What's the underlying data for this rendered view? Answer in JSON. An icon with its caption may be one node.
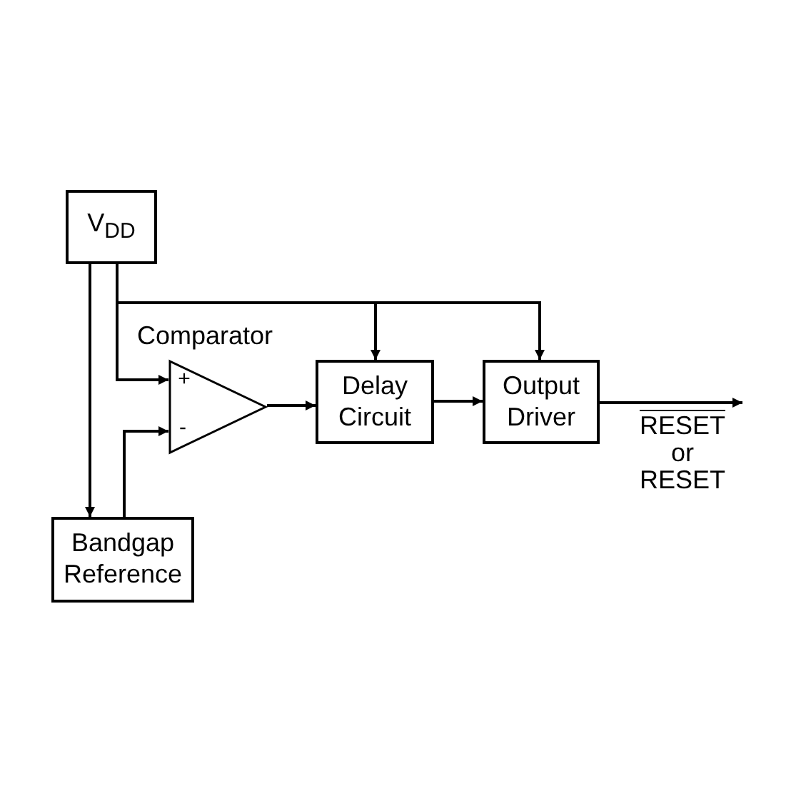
{
  "diagram": {
    "nodes": [
      {
        "text": [
          "V$_{DD}$"
        ]
      },
      {
        "text": [
          "Comparator"
        ]
      },
      {
        "text": [
          "Delay Circuit"
        ]
      },
      {
        "text": [
          "Output Driver"
        ]
      },
      {
        "text": [
          "Bandgap Reference"
        ]
      },
      {
        "text": [
          "RESET",
          "or",
          "RESET"
        ]
      }
    ],
    "edges": [
      {
        "from": 0,
        "to": 4,
        "arrow": "to"
      },
      {
        "from": 0,
        "to": 1,
        "arrow": "to"
      },
      {
        "from": 0,
        "to": 2,
        "arrow": "to"
      },
      {
        "from": 0,
        "to": 3,
        "arrow": "to"
      },
      {
        "from": 4,
        "to": 1,
        "arrow": "to"
      },
      {
        "from": 1,
        "to": 2,
        "arrow": "to"
      },
      {
        "from": 2,
        "to": 3,
        "arrow": "to"
      },
      {
        "from": 3,
        "to": 5,
        "arrow": "to"
      }
    ],
    "labels": [
      "+",
      "-"
    ]
  }
}
